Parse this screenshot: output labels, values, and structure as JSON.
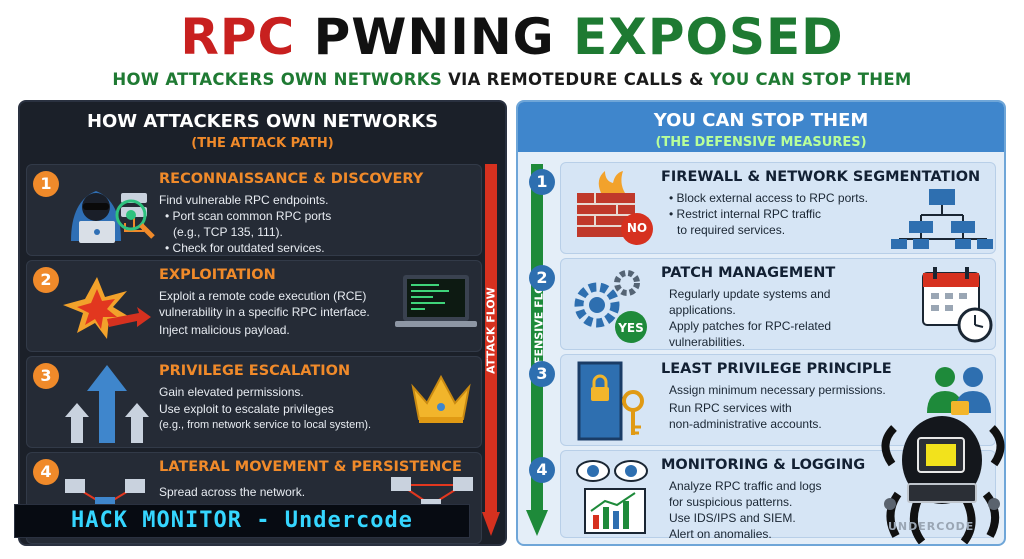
{
  "header": {
    "title_part1": "RPC",
    "title_part2": "PWNING",
    "title_part3": "EXPOSED",
    "subtitle_part1": "HOW ATTACKERS OWN NETWORKS",
    "subtitle_part2": "VIA REMOTEDURE CALLS &",
    "subtitle_part3": "YOU CAN STOP THEM"
  },
  "attack": {
    "title": "HOW ATTACKERS OWN NETWORKS",
    "subtitle": "(THE ATTACK PATH)",
    "flow_label": "ATTACK FLOW",
    "steps": [
      {
        "num": "1",
        "title": "RECONNAISSANCE & DISCOVERY",
        "lines": [
          "Find vulnerable RPC endpoints.",
          "• Port scan common RPC ports",
          "(e.g., TCP 135, 111).",
          "• Check for outdated services."
        ]
      },
      {
        "num": "2",
        "title": "EXPLOITATION",
        "lines": [
          "Exploit a remote code execution (RCE)",
          "vulnerability in a specific RPC interface.",
          "Inject malicious payload."
        ]
      },
      {
        "num": "3",
        "title": "PRIVILEGE ESCALATION",
        "lines": [
          "Gain elevated permissions.",
          "Use exploit to escalate privileges",
          "(e.g., from network service to local system)."
        ]
      },
      {
        "num": "4",
        "title": "LATERAL MOVEMENT & PERSISTENCE",
        "lines": [
          "Spread across the network."
        ]
      }
    ]
  },
  "defense": {
    "title": "YOU CAN STOP THEM",
    "subtitle": "(THE DEFENSIVE MEASURES)",
    "flow_label": "DEFENSIVE FLOW",
    "steps": [
      {
        "num": "1",
        "title": "FIREWALL & NETWORK SEGMENTATION",
        "badge": "NO",
        "lines": [
          "• Block external access to RPC ports.",
          "• Restrict internal RPC traffic",
          "to required services."
        ]
      },
      {
        "num": "2",
        "title": "PATCH MANAGEMENT",
        "badge": "YES",
        "lines": [
          "Regularly update systems and",
          "applications.",
          "Apply patches for RPC-related",
          "vulnerabilities."
        ]
      },
      {
        "num": "3",
        "title": "LEAST PRIVILEGE PRINCIPLE",
        "lines": [
          "Assign minimum necessary permissions.",
          "Run RPC services with",
          "non-administrative accounts."
        ]
      },
      {
        "num": "4",
        "title": "MONITORING & LOGGING",
        "lines": [
          "Analyze RPC traffic and logs",
          "for suspicious patterns.",
          "Use IDS/IPS and SIEM.",
          "Alert on anomalies."
        ]
      }
    ]
  },
  "banner": {
    "text": "HACK MONITOR - Undercode"
  },
  "watermark": {
    "text": "UNDERCODE"
  },
  "colors": {
    "red": "#c8201f",
    "green": "#1e7a32",
    "orange": "#f08a2a",
    "blue": "#3f86cc",
    "cyan": "#35d6ff"
  }
}
